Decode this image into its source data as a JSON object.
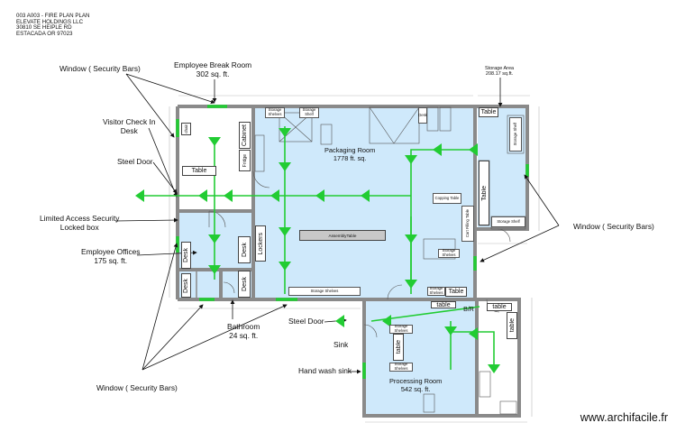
{
  "header": {
    "line1": "003 A003 - FIRE PLAN PLAN",
    "line2": "ELEVATE HOLDINGS LLC",
    "line3": "30810 SE HEIPLE RD",
    "line4": "ESTACADA OR 97023"
  },
  "labels": {
    "window_top_left": "Window  ( Security Bars)",
    "break_room_1": "Employee Break Room",
    "break_room_2": "302 sq. ft.",
    "visitor_1": "Visitor Check In",
    "visitor_2": "Desk",
    "steel_door_left": "Steel Door",
    "limited_1": "Limited Access Security",
    "limited_2": "Locked box",
    "offices_1": "Employee Offices",
    "offices_2": "175 sq. ft.",
    "window_bottom_left": "Window  ( Security Bars)",
    "bathroom_1": "Bathroom",
    "bathroom_2": "24 sq. ft.",
    "steel_door_mid": "Steel Door",
    "sink": "Sink",
    "hand_wash": "Hand wash sink",
    "storage_area_1": "Storage Area",
    "storage_area_2": "208.17 sq.ft.",
    "window_right": "Window  ( Security Bars)",
    "packaging_1": "Packaging Room",
    "packaging_2": "1778 ft. sq.",
    "processing_1": "Processing Room",
    "processing_2": "542 sq. ft."
  },
  "furniture": {
    "table_break": "Table",
    "cabinet": "Cabinet",
    "fridge": "Fridge",
    "chair": "chair",
    "desk1": "Desk",
    "desk2": "Desk",
    "desk3": "Desk",
    "desk4": "Desk",
    "lockers": "Lockers",
    "table_storage_top": "Table",
    "table_storage_side": "Table",
    "table_packaging": "Table",
    "table_processing": "table",
    "table_processing_v": "table",
    "table_right": "table",
    "table_right_v": "table",
    "br": "B/R",
    "assembly": "AssemblyTable",
    "copping": "Copping Table",
    "cart": "Cart Filling Table"
  },
  "small": {
    "storage_shelves": "Storage Shelves",
    "storage_shelf": "Storage Shelf",
    "desk": "Desk"
  },
  "watermark": "www.archifacile.fr",
  "colors": {
    "floor": "#cfe9fb",
    "wall": "#8a8a8a",
    "arrow": "#22cc33",
    "window": "#22cc33"
  }
}
